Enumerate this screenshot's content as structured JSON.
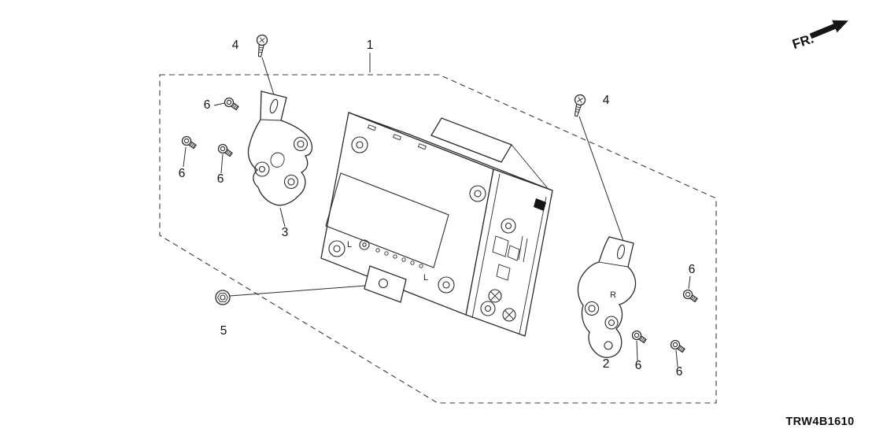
{
  "diagram": {
    "code": "TRW4B1610",
    "fr_label": "FR.",
    "unit_markings": {
      "l1": "L",
      "l2": "L",
      "r": "R"
    },
    "callouts": [
      {
        "part": "4",
        "ref": "screw-top-left"
      },
      {
        "part": "1",
        "ref": "audio-unit-assembly"
      },
      {
        "part": "6",
        "ref": "bolt-upper-left"
      },
      {
        "part": "4",
        "ref": "screw-right"
      },
      {
        "part": "6",
        "ref": "bolt-mid-left-a"
      },
      {
        "part": "6",
        "ref": "bolt-mid-left-b"
      },
      {
        "part": "3",
        "ref": "bracket-left"
      },
      {
        "part": "5",
        "ref": "center-bolt"
      },
      {
        "part": "6",
        "ref": "bolt-right-top"
      },
      {
        "part": "2",
        "ref": "bracket-right"
      },
      {
        "part": "6",
        "ref": "bolt-right-bottom-a"
      },
      {
        "part": "6",
        "ref": "bolt-right-bottom-b"
      }
    ]
  }
}
